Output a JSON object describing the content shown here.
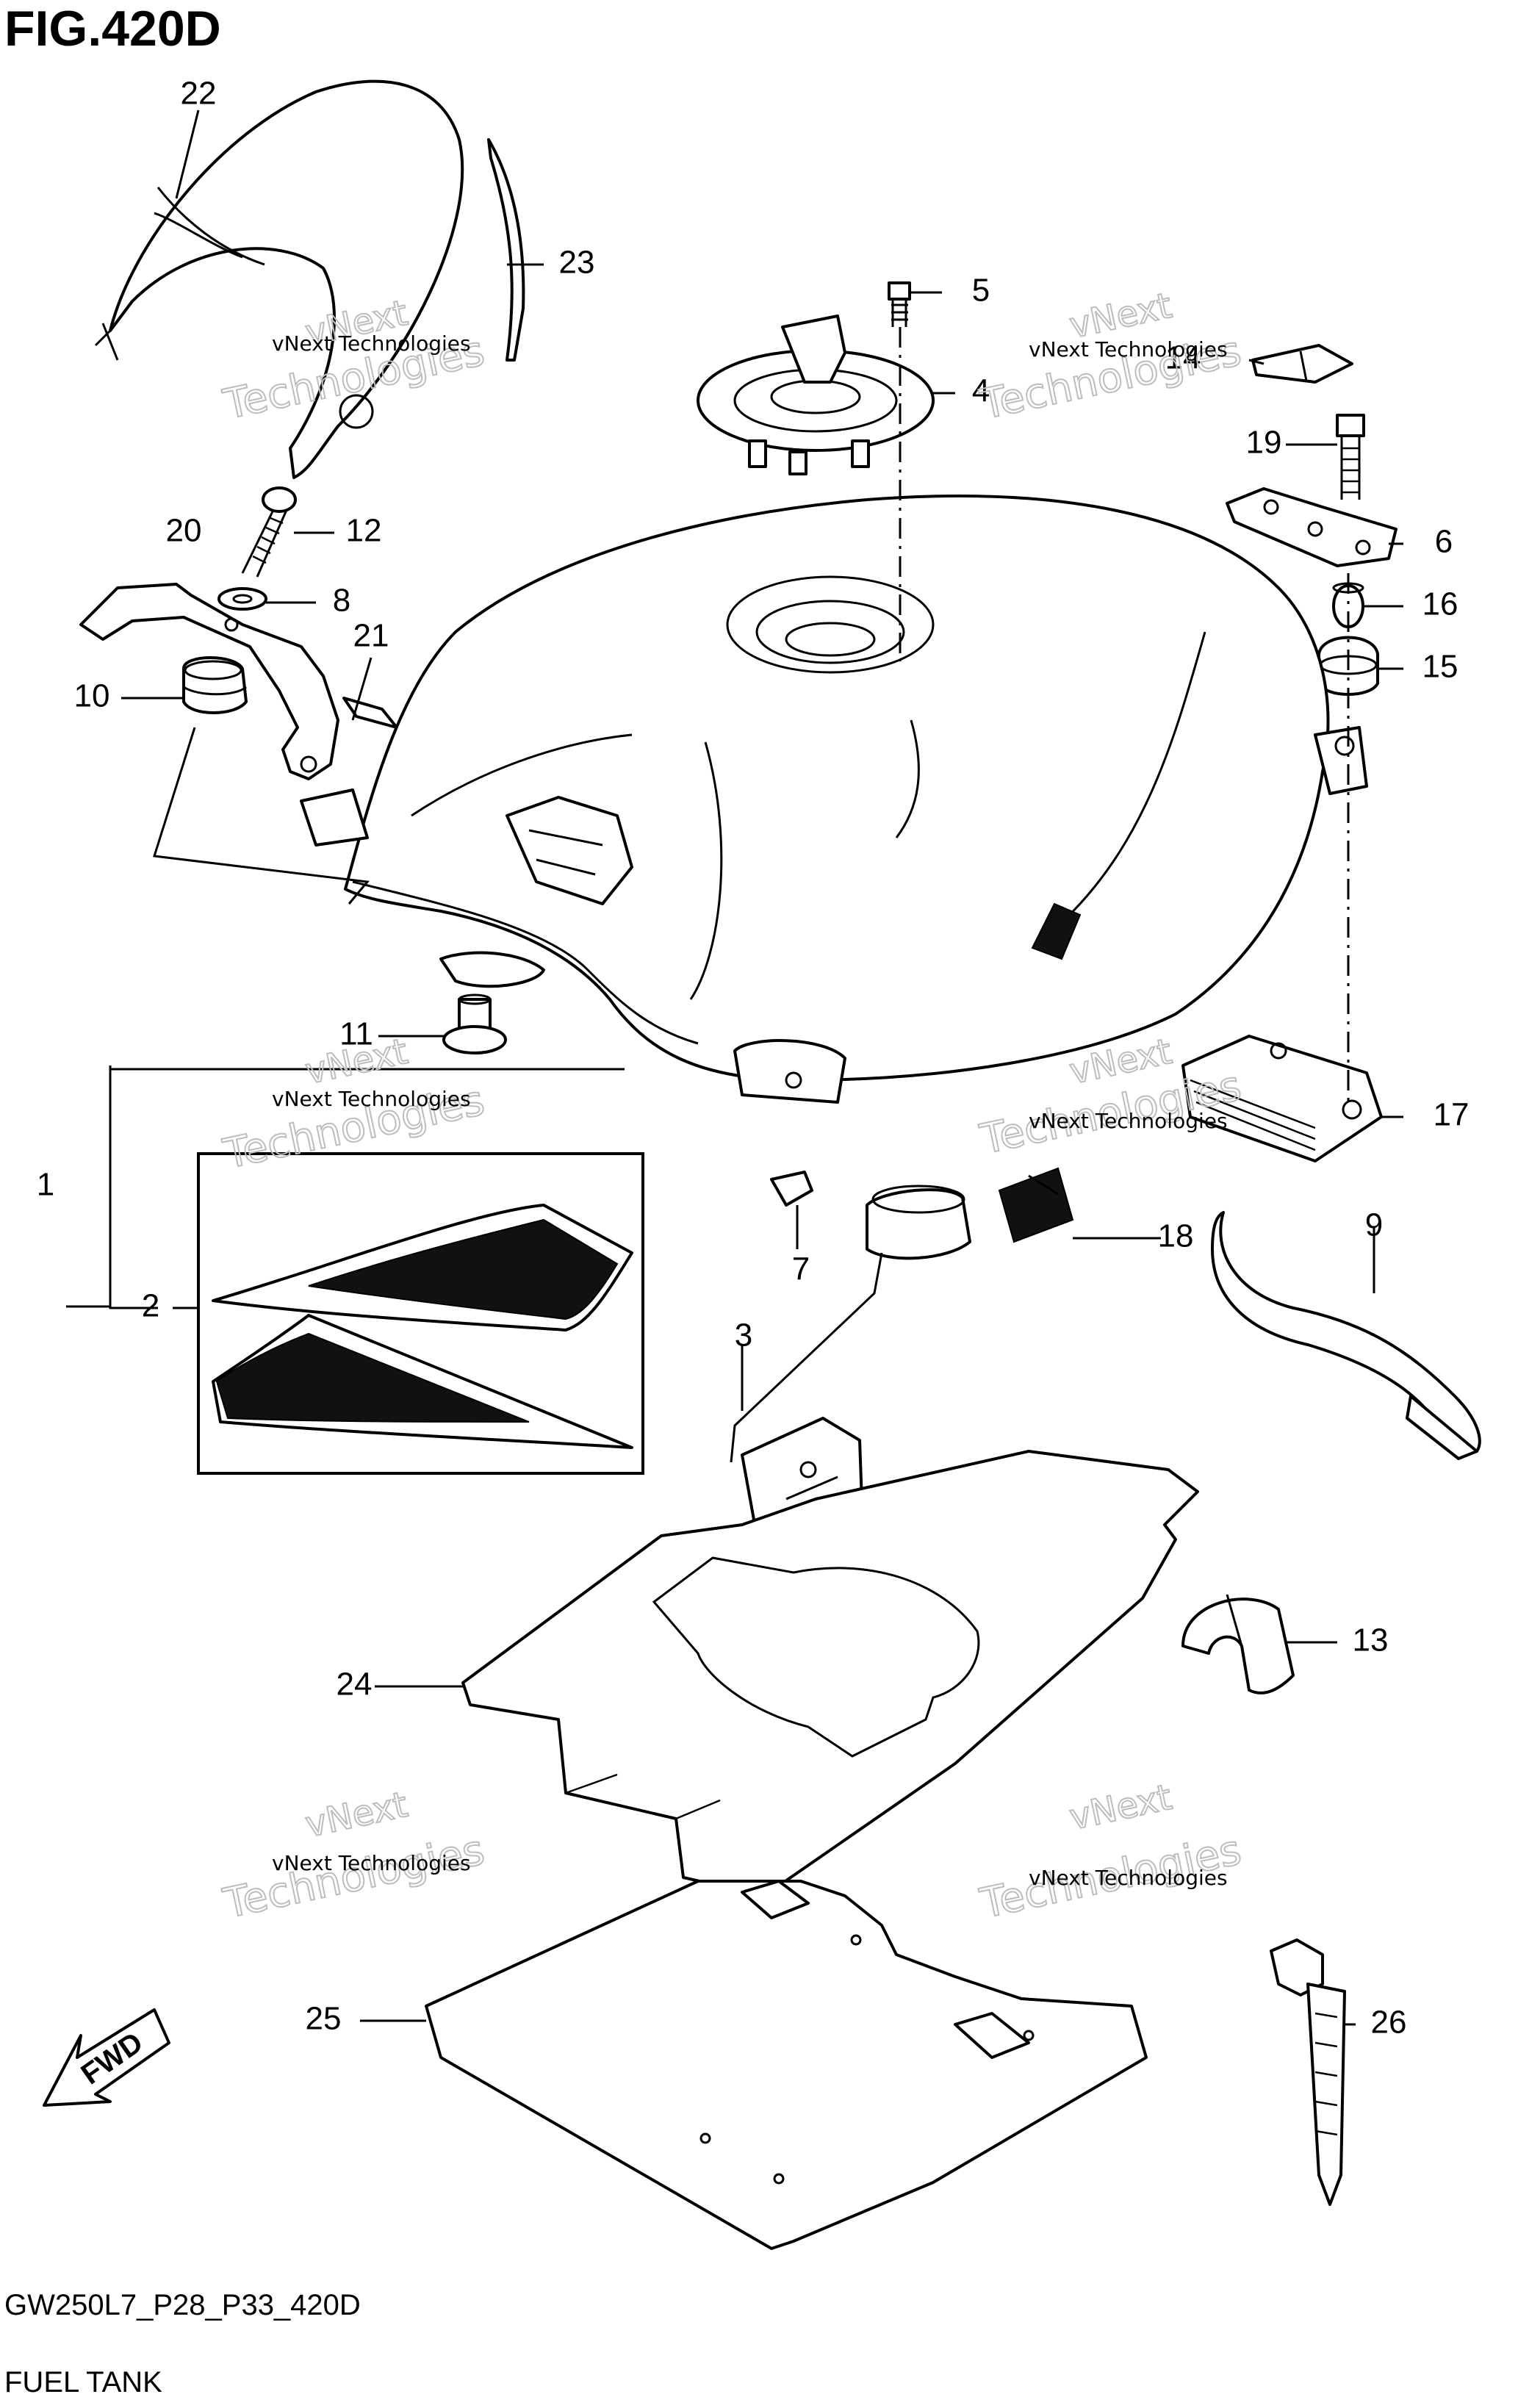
{
  "figure": {
    "title": "FIG.420D",
    "model_code": "GW250L7_P28_P33_420D",
    "section": "FUEL TANK"
  },
  "arrow": {
    "label": "FWD"
  },
  "watermark": {
    "company": "vNext Technologies",
    "outline": "Technologies",
    "overlay": "vNext"
  },
  "callouts": {
    "c1": "1",
    "c2": "2",
    "c3": "3",
    "c4": "4",
    "c5": "5",
    "c6": "6",
    "c7": "7",
    "c8": "8",
    "c9": "9",
    "c10": "10",
    "c11": "11",
    "c12": "12",
    "c13": "13",
    "c14": "14",
    "c15": "15",
    "c16": "16",
    "c17": "17",
    "c18": "18",
    "c19": "19",
    "c20": "20",
    "c21": "21",
    "c22": "22",
    "c23": "23",
    "c24": "24",
    "c25": "25",
    "c26": "26"
  }
}
